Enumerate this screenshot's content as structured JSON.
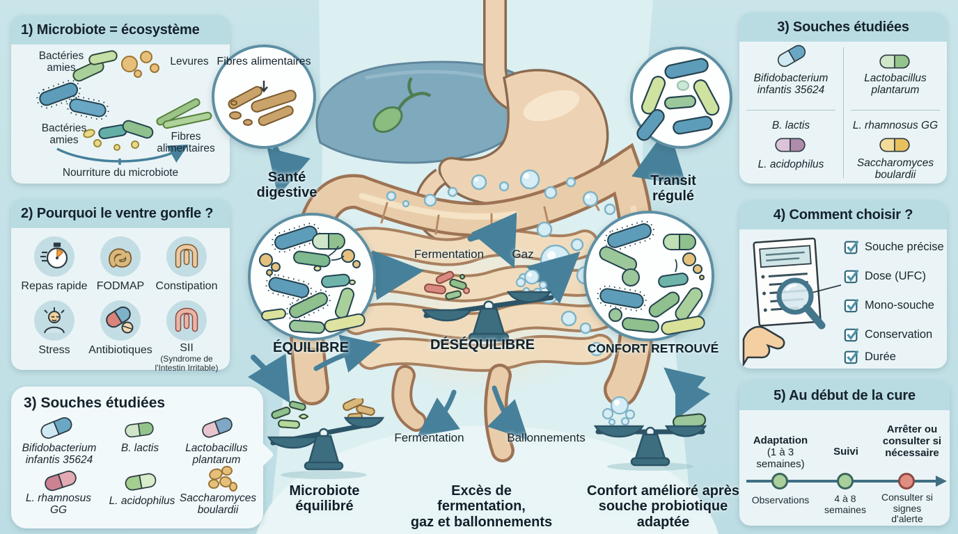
{
  "panel1": {
    "title": "1) Microbiote = écosystème",
    "label_bacteries_top": "Bactéries amies",
    "label_levures": "Levures",
    "label_bacteries_bottom": "Bactéries amies",
    "label_fibres": "Fibres alimentaires",
    "label_nourriture": "Nourriture du microbiote"
  },
  "panel2": {
    "title": "2) Pourquoi le ventre gonfle ?",
    "items": [
      {
        "label": "Repas rapide",
        "icon": "stopwatch"
      },
      {
        "label": "FODMAP",
        "icon": "intestine"
      },
      {
        "label": "Constipation",
        "icon": "colon"
      },
      {
        "label": "Stress",
        "icon": "person"
      },
      {
        "label": "Antibiotiques",
        "icon": "pills"
      },
      {
        "label": "SII",
        "sublabel1": "(Syndrome de",
        "sublabel2": "l'Intestin Irritable)",
        "icon": "colon-pink"
      }
    ]
  },
  "panel3_left": {
    "title": "3) Souches étudiées",
    "strains": [
      {
        "name": "Bifidobacterium infantis 35624"
      },
      {
        "name": "B. lactis"
      },
      {
        "name": "Lactobacillus plantarum"
      },
      {
        "name": "L. rhamnosus GG"
      },
      {
        "name": "L. acidophilus"
      },
      {
        "name": "Saccharomyces boulardii"
      }
    ]
  },
  "panel3_right": {
    "title": "3) Souches étudiées",
    "col1": {
      "strain1": "Bifidobacterium infantis 35624",
      "strain2": "B. lactis",
      "strain3": "L. acidophilus"
    },
    "col2": {
      "strain1": "Lactobacillus plantarum",
      "strain2": "L. rhamnosus GG",
      "strain3": "Saccharomyces boulardii"
    }
  },
  "panel4": {
    "title": "4) Comment choisir ?",
    "checklist": [
      "Souche précise",
      "Dose (UFC)",
      "Mono-souche",
      "Conservation",
      "Durée"
    ]
  },
  "panel5": {
    "title": "5) Au début de la cure",
    "steps": [
      {
        "top": "Adaptation",
        "top_sub": "(1 à 3 semaines)",
        "bottom": "Observations",
        "dot": "#a9cf9b"
      },
      {
        "top": "Suivi",
        "bottom": "4 à 8 semaines",
        "dot": "#a9cf9b"
      },
      {
        "top": "Arrêter ou consulter si nécessaire",
        "bottom": "Consulter si signes d'alerte",
        "dot": "#e08d82"
      }
    ]
  },
  "center": {
    "fibres_circle_label": "Fibres alimentaires",
    "sante_digestive": "Santé digestive",
    "equilibre": "ÉQUILIBRE",
    "fermentation": "Fermentation",
    "gaz": "Gaz",
    "desequilibre": "DÉSÉQUILIBRE",
    "confort_retrouve": "CONFORT RETROUVÉ",
    "transit_regule": "Transit régulé",
    "microbiote_equilibre": "Microbiote équilibré",
    "fermentation2": "Fermentation",
    "ballonnements": "Ballonnements",
    "exces_line1": "Excès de fermentation,",
    "exces_line2": "gaz et ballonnements",
    "confort_line1": "Confort amélioré après",
    "confort_line2": "souche probiotique adaptée"
  },
  "colors": {
    "accent_teal": "#47809a",
    "panel_header": "#b9dce3",
    "panel_body": "#eaf4f6",
    "step_green": "#a9cf9b",
    "alert_red": "#e08d82",
    "organ_beige": "#edd3b3",
    "liver_blue": "#7fa9bd"
  }
}
